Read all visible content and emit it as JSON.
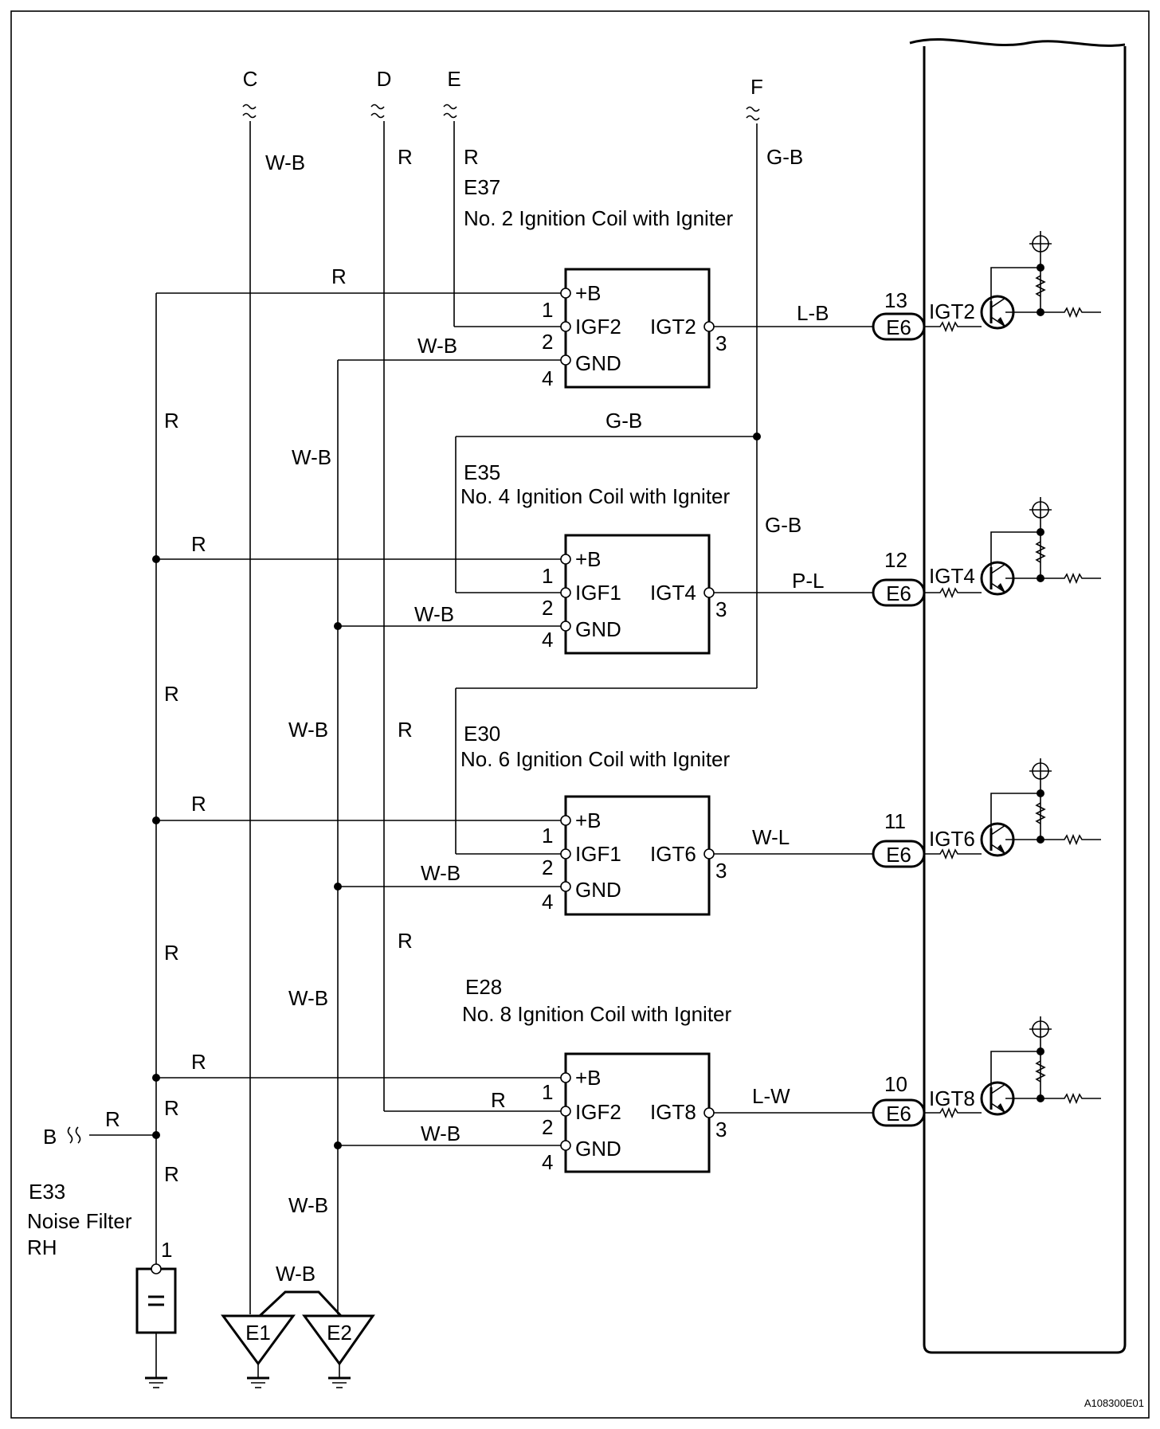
{
  "connectors_top": [
    {
      "id": "C",
      "wire": "W-B"
    },
    {
      "id": "D",
      "wire": "R"
    },
    {
      "id": "E",
      "wire": "R"
    },
    {
      "id": "F",
      "wire": "G-B"
    }
  ],
  "coils": [
    {
      "code": "E37",
      "name": "No. 2 Ignition Coil with Igniter",
      "pin_b": "+B",
      "pin_igf": "IGF2",
      "pin_gnd": "GND",
      "pin_igt": "IGT2",
      "pin1": "1",
      "pin2": "2",
      "pin3": "3",
      "pin4": "4",
      "igf_wire": "R",
      "gnd_wire": "W-B",
      "b_wire": "R",
      "out_wire": "L-B",
      "ecu_pin": "13",
      "ecu_conn": "E6",
      "ecu_label": "IGT2"
    },
    {
      "code": "E35",
      "name": "No. 4 Ignition Coil with Igniter",
      "pin_b": "+B",
      "pin_igf": "IGF1",
      "pin_gnd": "GND",
      "pin_igt": "IGT4",
      "pin1": "1",
      "pin2": "2",
      "pin3": "3",
      "pin4": "4",
      "igf_wire": "G-B",
      "gnd_wire": "W-B",
      "b_wire": "R",
      "out_wire": "P-L",
      "ecu_pin": "12",
      "ecu_conn": "E6",
      "ecu_label": "IGT4"
    },
    {
      "code": "E30",
      "name": "No. 6 Ignition Coil with Igniter",
      "pin_b": "+B",
      "pin_igf": "IGF1",
      "pin_gnd": "GND",
      "pin_igt": "IGT6",
      "pin1": "1",
      "pin2": "2",
      "pin3": "3",
      "pin4": "4",
      "igf_wire": "G-B",
      "gnd_wire": "W-B",
      "b_wire": "R",
      "out_wire": "W-L",
      "ecu_pin": "11",
      "ecu_conn": "E6",
      "ecu_label": "IGT6"
    },
    {
      "code": "E28",
      "name": "No. 8 Ignition Coil with Igniter",
      "pin_b": "+B",
      "pin_igf": "IGF2",
      "pin_gnd": "GND",
      "pin_igt": "IGT8",
      "pin1": "1",
      "pin2": "2",
      "pin3": "3",
      "pin4": "4",
      "igf_wire": "R",
      "gnd_wire": "W-B",
      "b_wire": "R",
      "out_wire": "L-W",
      "ecu_pin": "10",
      "ecu_conn": "E6",
      "ecu_label": "IGT8"
    }
  ],
  "wire_labels": {
    "r": "R",
    "wb": "W-B",
    "gb": "G-B"
  },
  "input_b": {
    "id": "B",
    "wire": "R"
  },
  "noise_filter": {
    "code": "E33",
    "name_line1": "Noise Filter",
    "name_line2": "RH",
    "pin": "1"
  },
  "grounds": {
    "e1": "E1",
    "e2": "E2",
    "link_wire": "W-B"
  },
  "figure_id": "A108300E01"
}
